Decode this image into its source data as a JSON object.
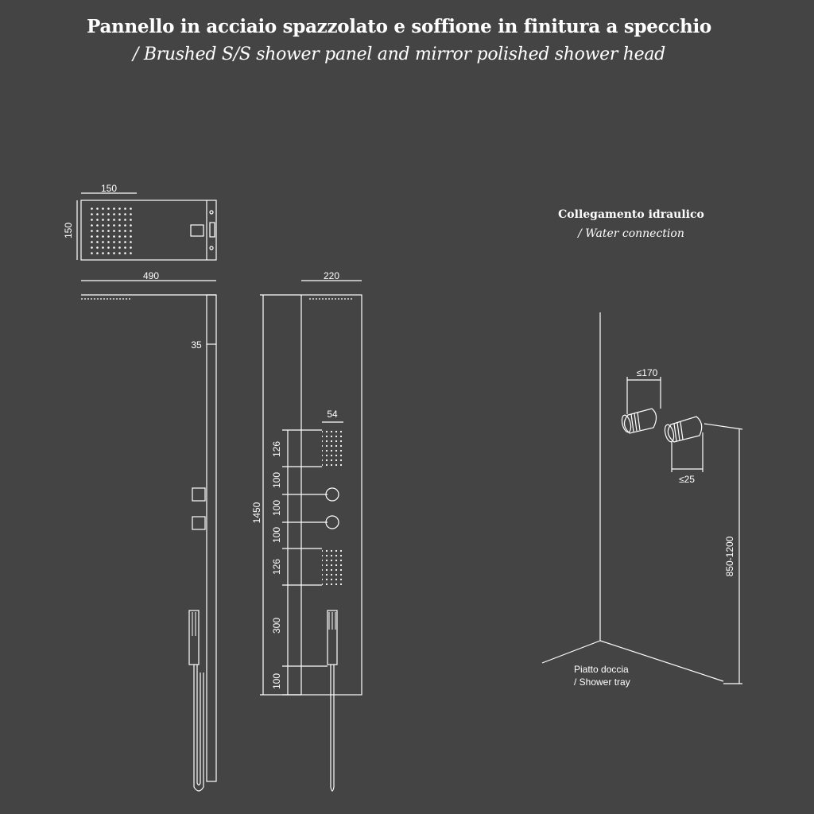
{
  "title": {
    "italian": "Pannello in acciaio spazzolato e soffione in finitura a specchio",
    "english": "/ Brushed S/S shower panel and mirror polished shower head"
  },
  "water_connection": {
    "italian": "Collegamento idraulico",
    "english": "/ Water connection"
  },
  "shower_tray": {
    "italian": "Piatto doccia",
    "english": "/ Shower tray"
  },
  "dimensions": {
    "top_width": "150",
    "top_depth": "150",
    "total_depth": "490",
    "front_width": "220",
    "top_thickness": "35",
    "jet_width": "54",
    "jet1_height": "126",
    "gap1": "100",
    "knob_spacing": "100",
    "gap2": "100",
    "jet2_height": "126",
    "hand_shower": "300",
    "bottom_gap": "100",
    "total_height": "1450",
    "connection_spacing": "≤170",
    "connection_diameter": "≤25",
    "connection_height": "850-1200"
  },
  "colors": {
    "background": "#444444",
    "line": "#ffffff"
  }
}
